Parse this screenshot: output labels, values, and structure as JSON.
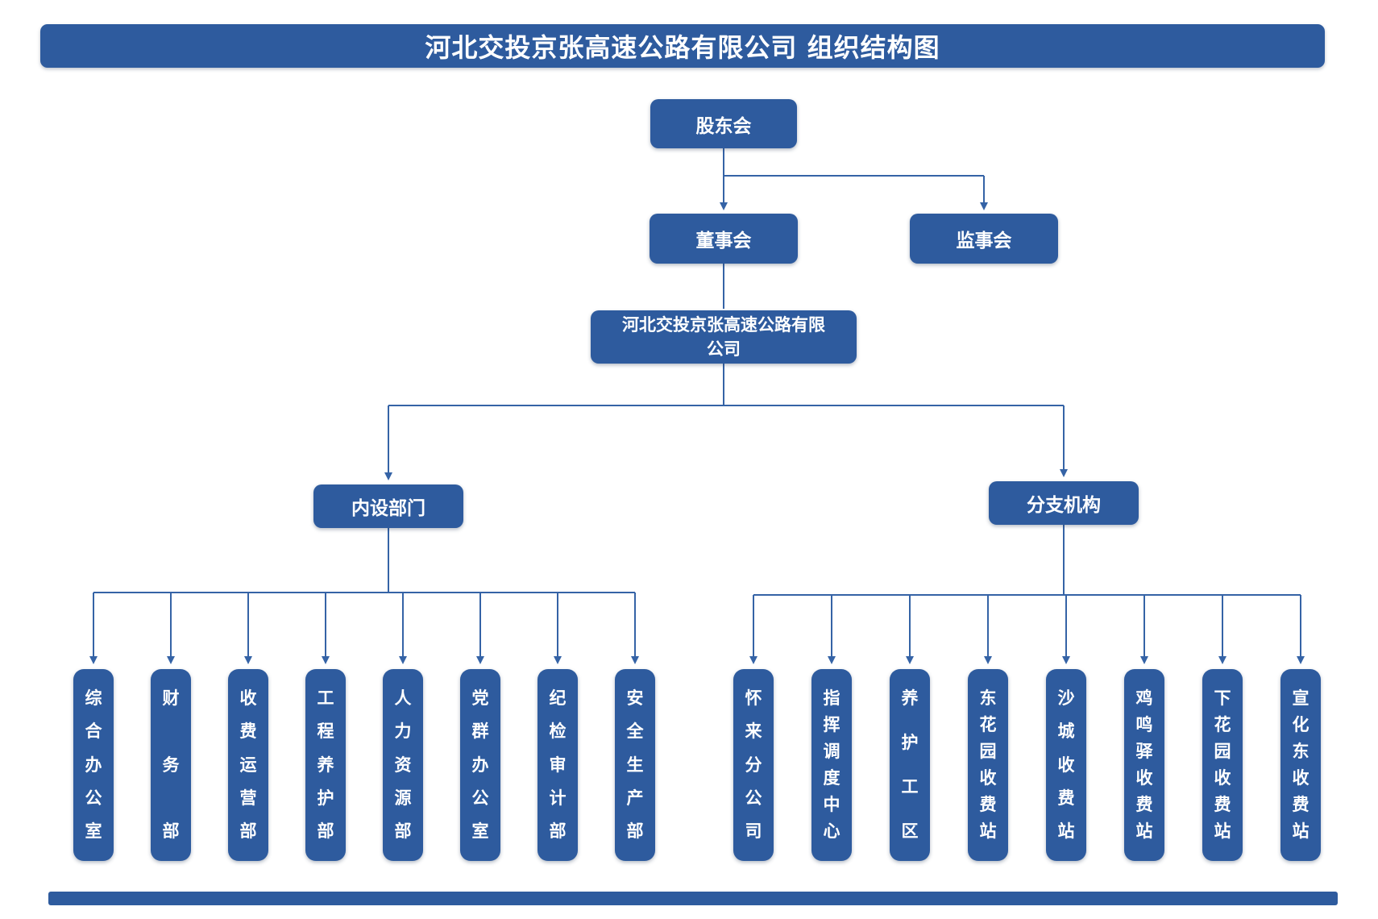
{
  "colors": {
    "primary": "#2E5B9E",
    "line": "#3563A6",
    "text": "#FFFFFF",
    "background": "#FFFFFF"
  },
  "title": "河北交投京张高速公路有限公司 组织结构图",
  "chart": {
    "root": "股东会",
    "board": "董事会",
    "supervisors": "监事会",
    "company": "河北交投京张高速公路有限公司",
    "groups": [
      {
        "label": "内设部门",
        "children": [
          "综合办公室",
          "财务部",
          "收费运营部",
          "工程养护部",
          "人力资源部",
          "党群办公室",
          "纪检审计部",
          "安全生产部"
        ]
      },
      {
        "label": "分支机构",
        "children": [
          "怀来分公司",
          "指挥调度中心",
          "养护工区",
          "东花园收费站",
          "沙城收费站",
          "鸡鸣驿收费站",
          "下花园收费站",
          "宣化东收费站"
        ]
      }
    ]
  }
}
